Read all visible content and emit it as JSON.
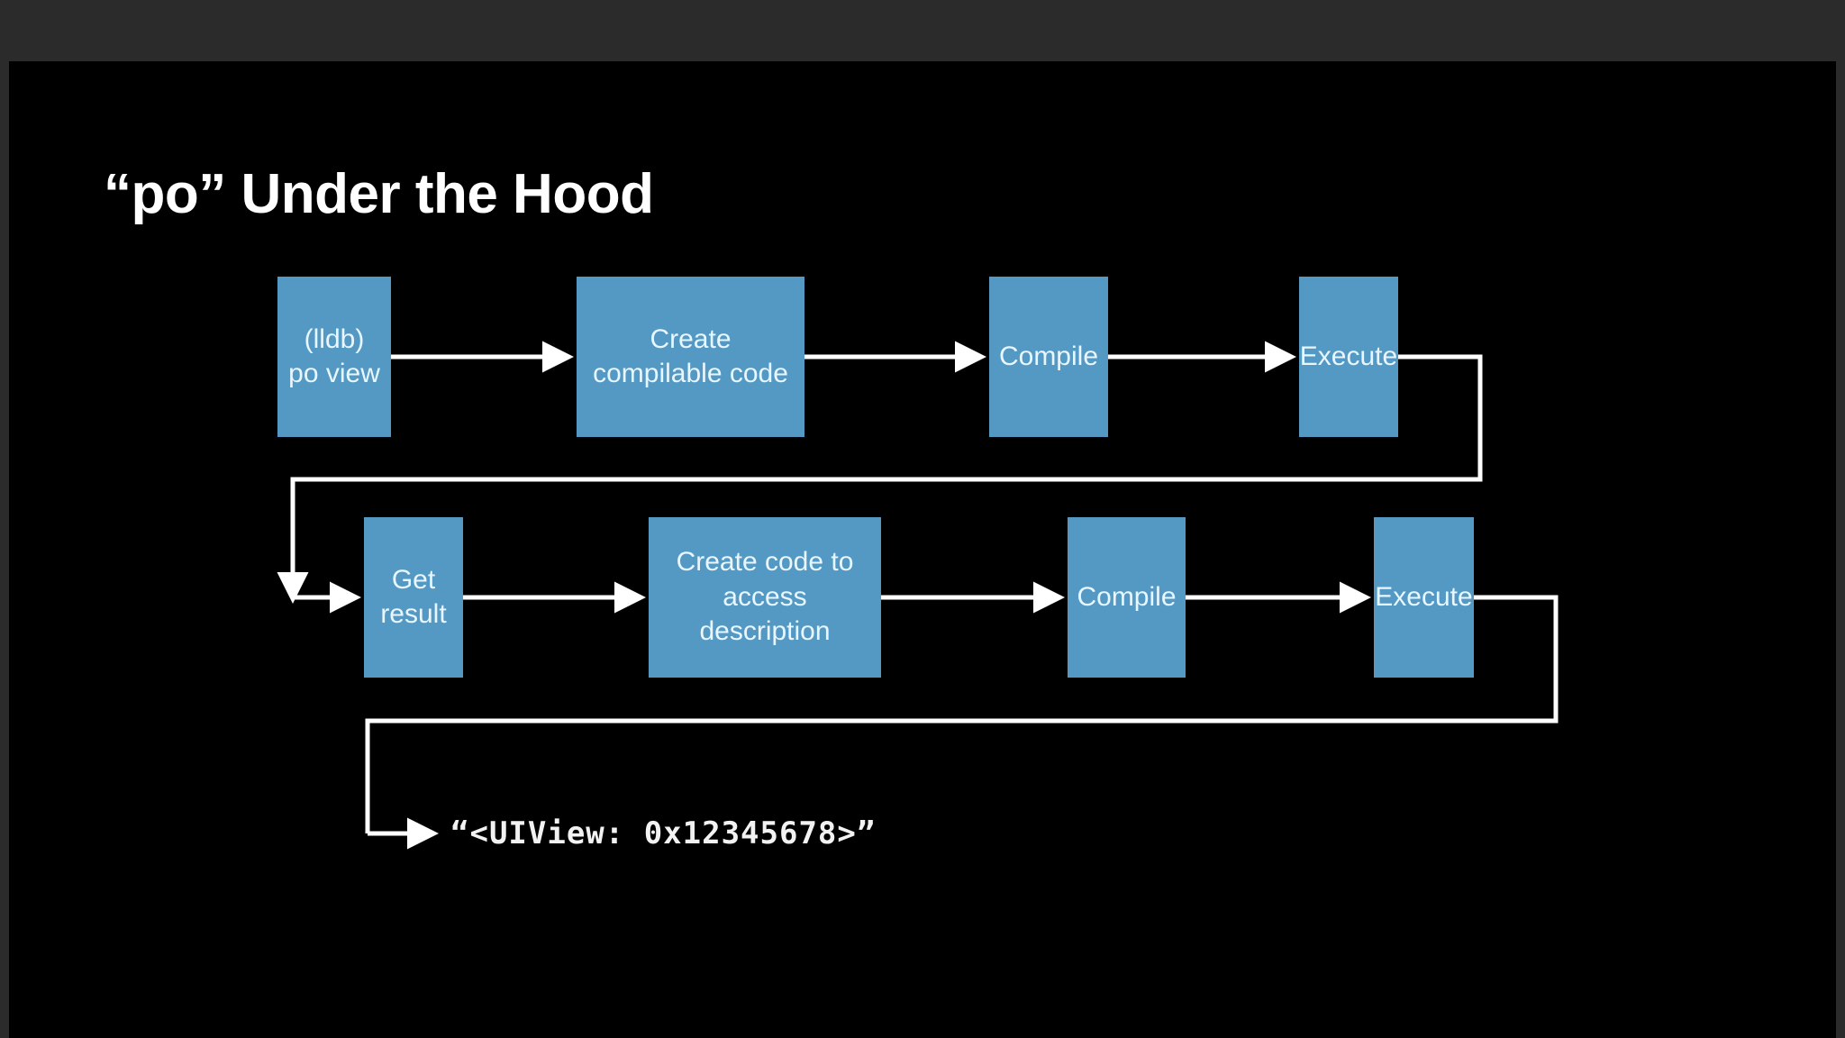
{
  "window": {
    "chrome_color": "#2b2b2b",
    "slide_background": "#000000"
  },
  "slide": {
    "title": "“po” Under the Hood",
    "accent_color": "#5399c4",
    "text_color": "#e8f6ff",
    "connector_color": "#ffffff"
  },
  "diagram": {
    "type": "flowchart",
    "rows": [
      {
        "row_name": "expression-evaluation-row",
        "nodes": [
          {
            "id": "node-lldb-po-view",
            "label": "(lldb) po view"
          },
          {
            "id": "node-create-compilable-code",
            "label": "Create\ncompilable code"
          },
          {
            "id": "node-compile-1",
            "label": "Compile"
          },
          {
            "id": "node-execute-1",
            "label": "Execute"
          }
        ]
      },
      {
        "row_name": "description-evaluation-row",
        "nodes": [
          {
            "id": "node-get-result",
            "label": "Get result"
          },
          {
            "id": "node-create-code-access-description",
            "label": "Create code to\naccess\ndescription"
          },
          {
            "id": "node-compile-2",
            "label": "Compile"
          },
          {
            "id": "node-execute-2",
            "label": "Execute"
          }
        ]
      }
    ],
    "output": {
      "id": "node-final-output",
      "label": "“<UIView: 0x12345678>”"
    },
    "edges": [
      {
        "from": "node-lldb-po-view",
        "to": "node-create-compilable-code",
        "kind": "arrow"
      },
      {
        "from": "node-create-compilable-code",
        "to": "node-compile-1",
        "kind": "arrow"
      },
      {
        "from": "node-compile-1",
        "to": "node-execute-1",
        "kind": "arrow"
      },
      {
        "from": "node-execute-1",
        "to": "node-get-result",
        "kind": "wrap-around-arrow"
      },
      {
        "from": "node-get-result",
        "to": "node-create-code-access-description",
        "kind": "arrow"
      },
      {
        "from": "node-create-code-access-description",
        "to": "node-compile-2",
        "kind": "arrow"
      },
      {
        "from": "node-compile-2",
        "to": "node-execute-2",
        "kind": "arrow"
      },
      {
        "from": "node-execute-2",
        "to": "node-final-output",
        "kind": "wrap-around-arrow"
      }
    ]
  }
}
